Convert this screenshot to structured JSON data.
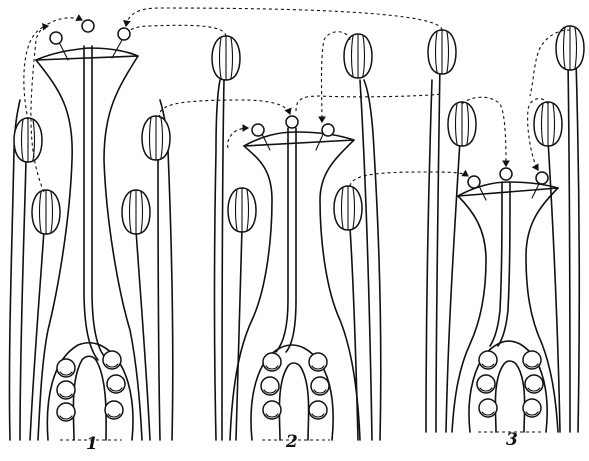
{
  "figure": {
    "labels": [
      "1",
      "2",
      "3"
    ]
  },
  "colors": {
    "ink": "#111111",
    "paper": "#ffffff"
  }
}
